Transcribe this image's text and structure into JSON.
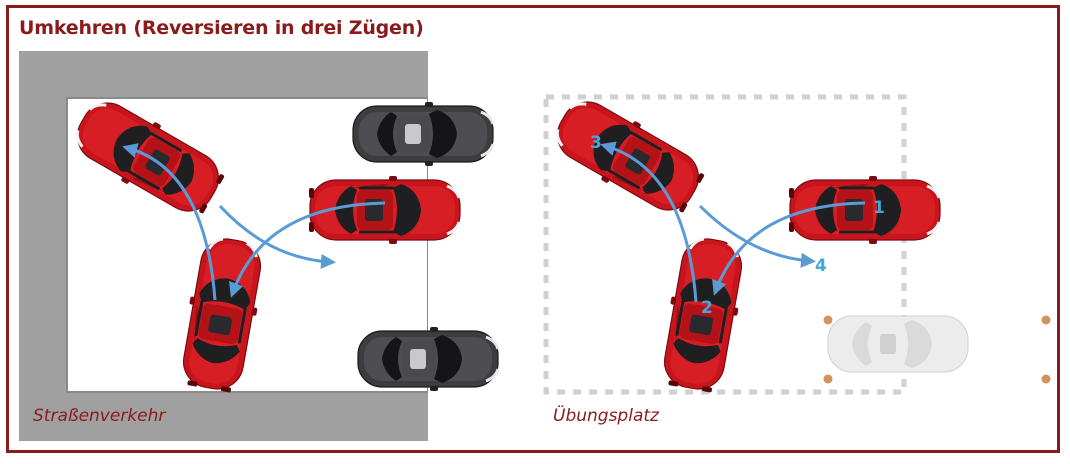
{
  "title": "Umkehren (Reversieren in drei Zügen)",
  "panels": {
    "street": {
      "caption": "Straßenverkehr"
    },
    "practice": {
      "caption": "Übungsplatz"
    }
  },
  "steps": [
    "1",
    "2",
    "3",
    "4"
  ],
  "colors": {
    "accent": "#8b1a1a",
    "car_red": "#c8141c",
    "car_dark": "#3a3a3a",
    "car_ghost": "#e6e6e6",
    "arrow": "#5b9bd5",
    "step_numbers": "#3fa9dc",
    "road_gray": "#a0a0a0",
    "cone": "#d4935a"
  }
}
